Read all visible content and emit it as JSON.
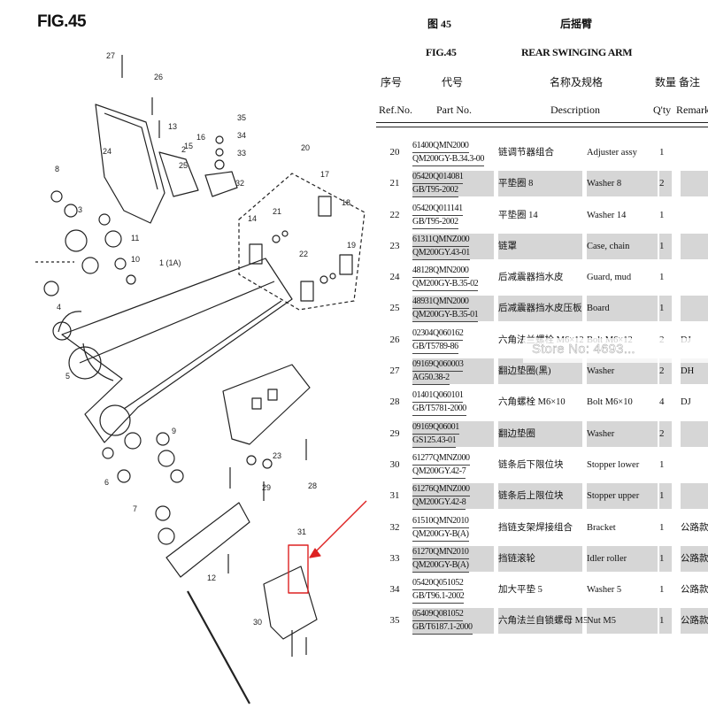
{
  "figure": {
    "label": "FIG.45",
    "callouts": [
      "1 (1A)",
      "2",
      "3",
      "4",
      "5",
      "6",
      "7",
      "8",
      "9",
      "10",
      "11",
      "12",
      "13",
      "14",
      "15",
      "16",
      "17",
      "18",
      "19",
      "20",
      "21",
      "22",
      "23",
      "24",
      "25",
      "26",
      "27",
      "28",
      "29",
      "30",
      "31",
      "32",
      "33",
      "34",
      "35"
    ]
  },
  "header": {
    "cn_fig": "图 45",
    "cn_title": "后摇臂",
    "en_fig": "FIG.45",
    "en_title": "REAR SWINGING ARM"
  },
  "columns": {
    "cn": {
      "no": "序号",
      "part": "代号",
      "desc": "名称及规格",
      "qty": "数量",
      "remarks": "备注"
    },
    "en": {
      "no": "Ref.No.",
      "part": "Part No.",
      "desc": "Description",
      "qty": "Q'ty",
      "remarks": "Remarks"
    }
  },
  "rows": [
    {
      "ref": "20",
      "part1": "61400QMN2000",
      "part2": "QM200GY-B.34.3-00",
      "cn": "链调节器组合",
      "en": "Adjuster assy",
      "qty": "1",
      "remarks": "",
      "shaded": false
    },
    {
      "ref": "21",
      "part1": "05420Q014081",
      "part2": "GB/T95-2002",
      "cn": "平垫圈 8",
      "en": "Washer 8",
      "qty": "2",
      "remarks": "",
      "shaded": true
    },
    {
      "ref": "22",
      "part1": "05420Q011141",
      "part2": "GB/T95-2002",
      "cn": "平垫圈 14",
      "en": "Washer 14",
      "qty": "1",
      "remarks": "",
      "shaded": false
    },
    {
      "ref": "23",
      "part1": "61311QMNZ000",
      "part2": "QM200GY.43-01",
      "cn": "链罩",
      "en": "Case, chain",
      "qty": "1",
      "remarks": "",
      "shaded": true
    },
    {
      "ref": "24",
      "part1": "48128QMN2000",
      "part2": "QM200GY-B.35-02",
      "cn": "后减震器挡水皮",
      "en": "Guard, mud",
      "qty": "1",
      "remarks": "",
      "shaded": false
    },
    {
      "ref": "25",
      "part1": "48931QMN2000",
      "part2": "QM200GY-B.35-01",
      "cn": "后减震器挡水皮压板",
      "en": "Board",
      "qty": "1",
      "remarks": "",
      "shaded": true
    },
    {
      "ref": "26",
      "part1": "02304Q060162",
      "part2": "GB/T5789-86",
      "cn": "六角法兰螺栓 M6×12",
      "en": "Bolt M6×12",
      "qty": "2",
      "remarks": "DJ",
      "shaded": false
    },
    {
      "ref": "27",
      "part1": "09169Q060003",
      "part2": "AG50.38-2",
      "cn": "翻边垫圈(黑)",
      "en": "Washer",
      "qty": "2",
      "remarks": "DH",
      "shaded": true
    },
    {
      "ref": "28",
      "part1": "01401Q060101",
      "part2": "GB/T5781-2000",
      "cn": "六角螺栓 M6×10",
      "en": "Bolt M6×10",
      "qty": "4",
      "remarks": "DJ",
      "shaded": false
    },
    {
      "ref": "29",
      "part1": "09169Q06001",
      "part2": "GS125.43-01",
      "cn": "翻边垫圈",
      "en": "Washer",
      "qty": "2",
      "remarks": "",
      "shaded": true
    },
    {
      "ref": "30",
      "part1": "61277QMNZ000",
      "part2": "QM200GY.42-7",
      "cn": "链条后下限位块",
      "en": "Stopper lower",
      "qty": "1",
      "remarks": "",
      "shaded": false
    },
    {
      "ref": "31",
      "part1": "61276QMNZ000",
      "part2": "QM200GY.42-8",
      "cn": "链条后上限位块",
      "en": "Stopper upper",
      "qty": "1",
      "remarks": "",
      "shaded": true
    },
    {
      "ref": "32",
      "part1": "61510QMN2010",
      "part2": "QM200GY-B(A)",
      "cn": "挡链支架焊接组合",
      "en": "Bracket",
      "qty": "1",
      "remarks": "公路款",
      "shaded": false
    },
    {
      "ref": "33",
      "part1": "61270QMN2010",
      "part2": "QM200GY-B(A)",
      "cn": "挡链滚轮",
      "en": "Idler roller",
      "qty": "1",
      "remarks": "公路款",
      "shaded": true
    },
    {
      "ref": "34",
      "part1": "05420Q051052",
      "part2": "GB/T96.1-2002",
      "cn": "加大平垫 5",
      "en": "Washer 5",
      "qty": "1",
      "remarks": "公路款",
      "shaded": false
    },
    {
      "ref": "35",
      "part1": "05409Q081052",
      "part2": "GB/T6187.1-2000",
      "cn": "六角法兰自锁螺母 M5",
      "en": "Nut M5",
      "qty": "1",
      "remarks": "公路款",
      "shaded": true
    }
  ],
  "watermark": "Store No: 4693..."
}
